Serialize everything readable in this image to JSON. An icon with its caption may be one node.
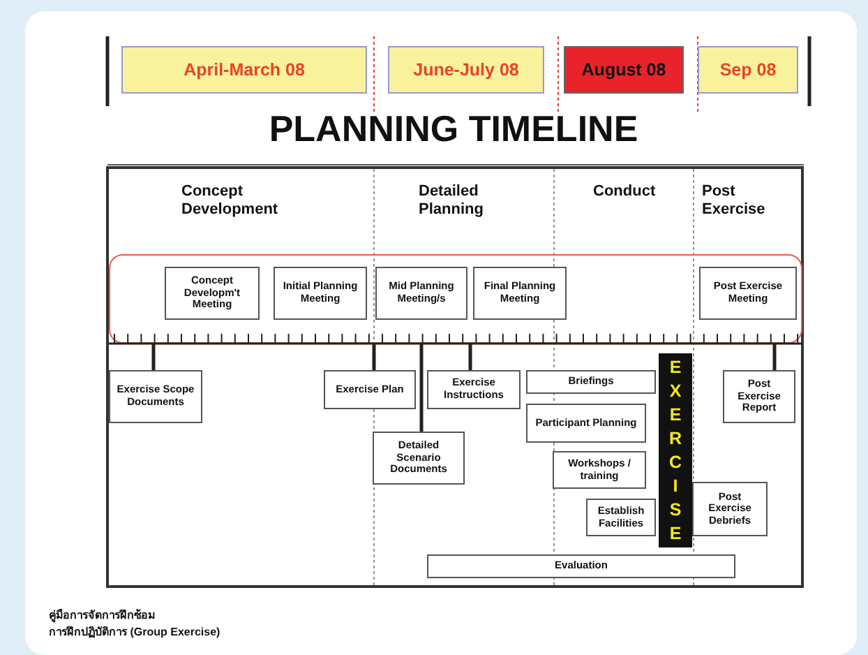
{
  "diagram": {
    "title": "PLANNING TIMELINE",
    "nodes": [
      {
        "text": [
          "April-March 08"
        ]
      },
      {
        "text": [
          "June-July  08"
        ]
      },
      {
        "text": [
          "August 08"
        ]
      },
      {
        "text": [
          "Sep 08"
        ]
      },
      {
        "text": [],
        "shape": "box"
      },
      {
        "text": [
          "Concept Developm't Meeting"
        ],
        "in": 4
      },
      {
        "text": [
          "Initial Planning Meeting"
        ],
        "in": 4
      },
      {
        "text": [
          "Mid Planning Meeting/s"
        ],
        "in": 4
      },
      {
        "text": [
          "Final Planning Meeting"
        ],
        "in": 4
      },
      {
        "text": [
          "Post Exercise Meeting"
        ],
        "in": 4
      },
      {
        "text": [
          "Exercise Scope Documents"
        ]
      },
      {
        "text": [
          "Exercise Plan"
        ]
      },
      {
        "text": [
          "Exercise Instructions"
        ]
      },
      {
        "text": [
          "Briefings"
        ]
      },
      {
        "text": [
          "Post Exercise Report"
        ]
      },
      {
        "text": [
          "Participant Planning"
        ]
      },
      {
        "text": [
          "Detailed Scenario Documents"
        ]
      },
      {
        "text": [
          "Workshops / training"
        ]
      },
      {
        "text": [
          "EXERCISE"
        ]
      },
      {
        "text": [
          "Post Exercise Debriefs"
        ]
      },
      {
        "text": [
          "Establish Facilities"
        ]
      },
      {
        "text": [
          "Evaluation"
        ]
      }
    ],
    "edges": [
      {
        "from": 4,
        "to": 10,
        "arrow": "none"
      },
      {
        "from": 4,
        "to": 11,
        "arrow": "none"
      },
      {
        "from": 4,
        "to": 12,
        "arrow": "none"
      },
      {
        "from": 4,
        "to": 16,
        "arrow": "none"
      },
      {
        "from": 4,
        "to": 14,
        "arrow": "none"
      }
    ],
    "labels": [
      "Concept Development",
      "Detailed Planning",
      "Conduct",
      "Post Exercise",
      "คู่มือการจัดการฝึกซ้อม",
      "การฝึกปฏิบัติการ (Group Exercise)"
    ]
  }
}
